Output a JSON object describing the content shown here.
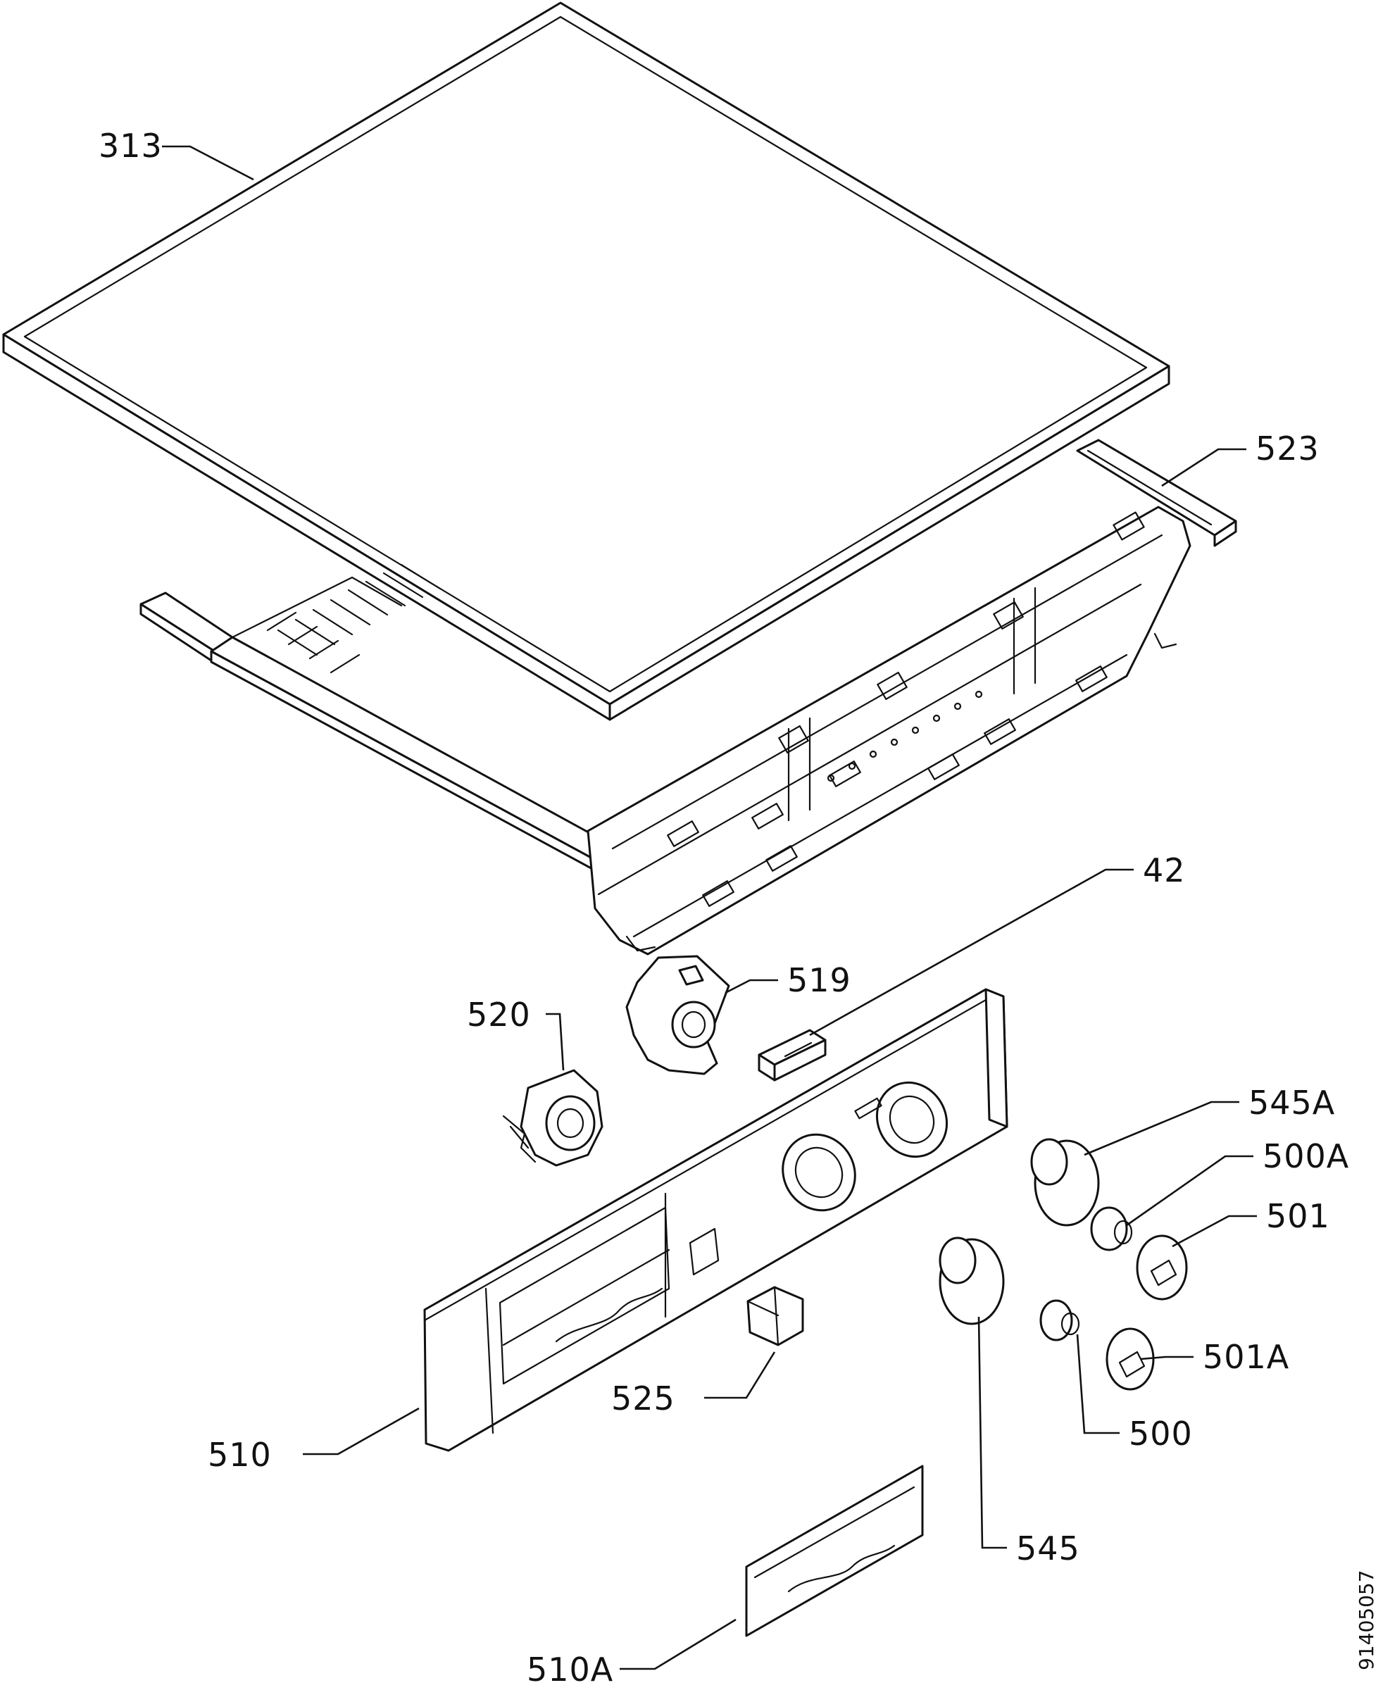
{
  "diagram": {
    "document_number": "91405057",
    "callouts": [
      {
        "id": "313"
      },
      {
        "id": "523"
      },
      {
        "id": "42"
      },
      {
        "id": "519"
      },
      {
        "id": "520"
      },
      {
        "id": "545A"
      },
      {
        "id": "500A"
      },
      {
        "id": "501"
      },
      {
        "id": "501A"
      },
      {
        "id": "500"
      },
      {
        "id": "545"
      },
      {
        "id": "525"
      },
      {
        "id": "510"
      },
      {
        "id": "510A"
      }
    ]
  }
}
